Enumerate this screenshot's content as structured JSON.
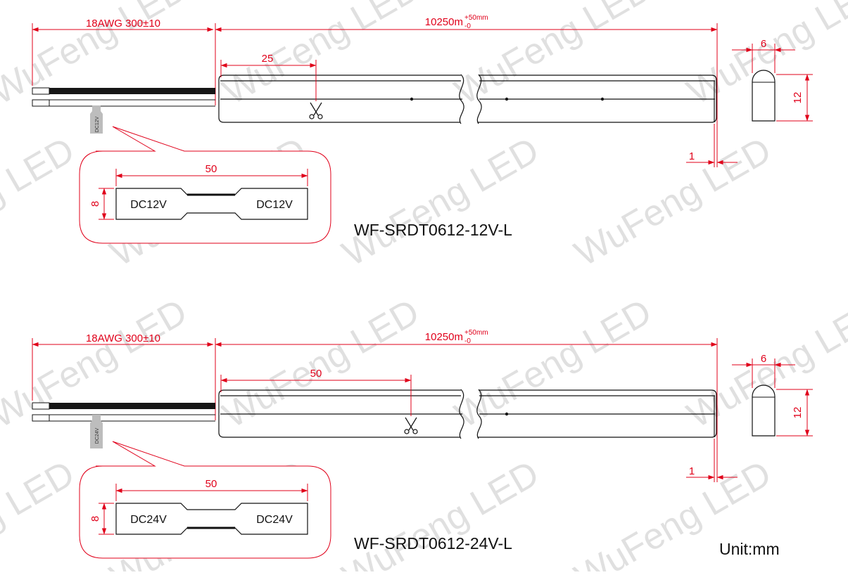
{
  "colors": {
    "dimension": "#e0001a",
    "outline": "#111111",
    "watermark": "#c8c8c8",
    "tag": "#bdbdbd"
  },
  "watermark": {
    "text": "WuFeng LED"
  },
  "units": {
    "label": "Unit:mm"
  },
  "drawings": [
    {
      "model": "WF-SRDT0612-12V-L",
      "wire_label": "18AWG  300±10",
      "length_label": "10250m",
      "tolerance_upper": "+50mm",
      "tolerance_lower": "-0",
      "cut_unit": "25",
      "tag_text": "DC12V",
      "label_detail": {
        "width": "50",
        "height": "8",
        "left_text": "DC12V",
        "right_text": "DC12V"
      },
      "section": {
        "width": "6",
        "height": "12"
      },
      "wall_thickness": "1"
    },
    {
      "model": "WF-SRDT0612-24V-L",
      "wire_label": "18AWG  300±10",
      "length_label": "10250m",
      "tolerance_upper": "+50mm",
      "tolerance_lower": "-0",
      "cut_unit": "50",
      "tag_text": "DC24V",
      "label_detail": {
        "width": "50",
        "height": "8",
        "left_text": "DC24V",
        "right_text": "DC24V"
      },
      "section": {
        "width": "6",
        "height": "12"
      },
      "wall_thickness": "1"
    }
  ]
}
